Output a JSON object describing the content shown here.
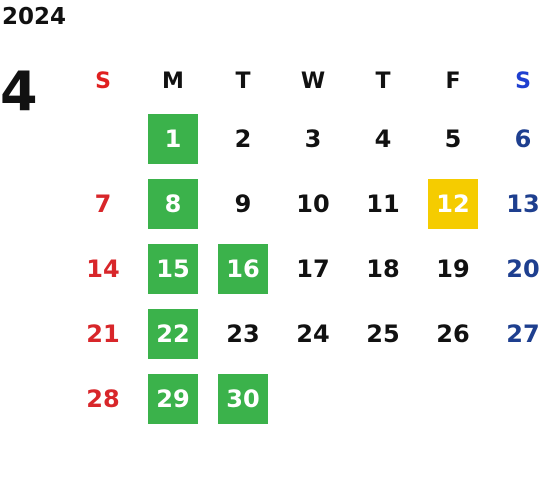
{
  "calendar": {
    "year": "2024",
    "month": "4",
    "weekdays": [
      "S",
      "M",
      "T",
      "W",
      "T",
      "F",
      "S"
    ],
    "colors": {
      "sunday": "#d8262a",
      "saturday": "#1e3f8f",
      "holiday_highlight": "#3bb24b",
      "special_highlight": "#f5cc00"
    },
    "weeks": [
      [
        {
          "day": ""
        },
        {
          "day": "1",
          "highlight": "green"
        },
        {
          "day": "2"
        },
        {
          "day": "3"
        },
        {
          "day": "4"
        },
        {
          "day": "5"
        },
        {
          "day": "6"
        }
      ],
      [
        {
          "day": "7"
        },
        {
          "day": "8",
          "highlight": "green"
        },
        {
          "day": "9"
        },
        {
          "day": "10"
        },
        {
          "day": "11"
        },
        {
          "day": "12",
          "highlight": "yellow"
        },
        {
          "day": "13"
        }
      ],
      [
        {
          "day": "14"
        },
        {
          "day": "15",
          "highlight": "green"
        },
        {
          "day": "16",
          "highlight": "green"
        },
        {
          "day": "17"
        },
        {
          "day": "18"
        },
        {
          "day": "19"
        },
        {
          "day": "20"
        }
      ],
      [
        {
          "day": "21"
        },
        {
          "day": "22",
          "highlight": "green"
        },
        {
          "day": "23"
        },
        {
          "day": "24"
        },
        {
          "day": "25"
        },
        {
          "day": "26"
        },
        {
          "day": "27"
        }
      ],
      [
        {
          "day": "28"
        },
        {
          "day": "29",
          "highlight": "green"
        },
        {
          "day": "30",
          "highlight": "green"
        },
        {
          "day": ""
        },
        {
          "day": ""
        },
        {
          "day": ""
        },
        {
          "day": ""
        }
      ]
    ]
  }
}
